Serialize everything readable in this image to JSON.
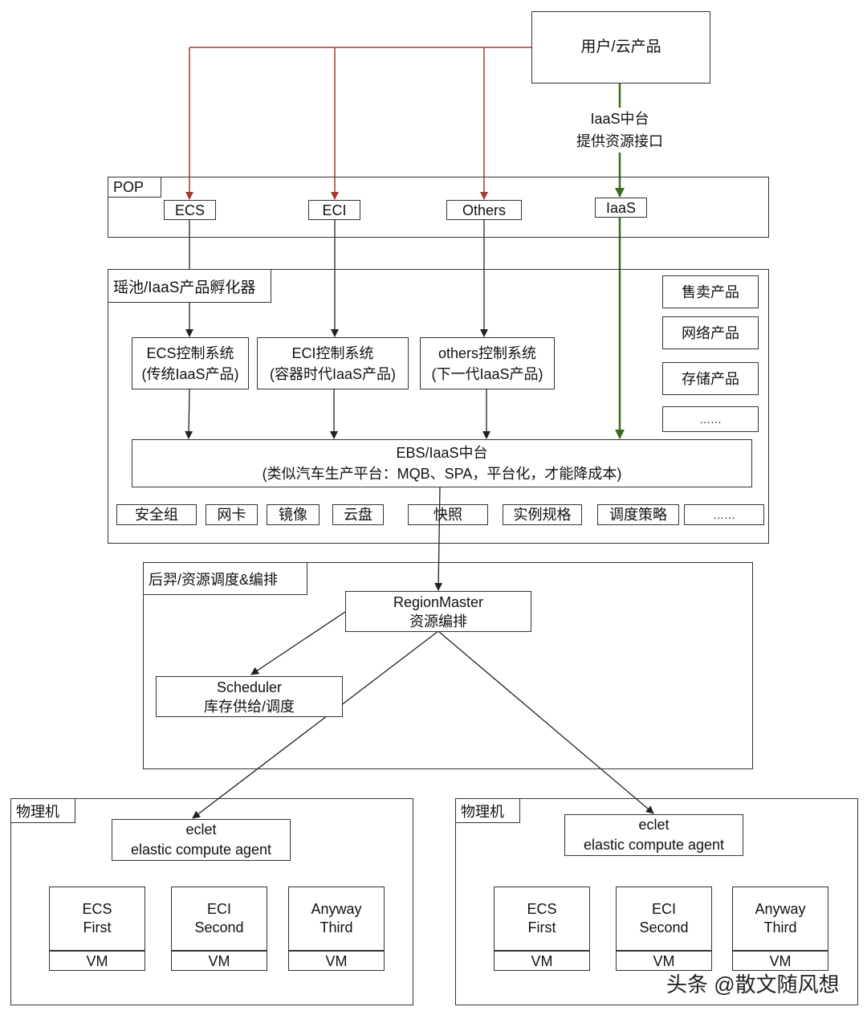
{
  "user": "用户/云产品",
  "iaas_label": [
    "IaaS中台",
    "提供资源接口"
  ],
  "pop": {
    "tag": "POP",
    "items": [
      "ECS",
      "ECI",
      "Others",
      "IaaS"
    ]
  },
  "yaochi": {
    "tag": "瑶池/IaaS产品孵化器",
    "controls": [
      [
        "ECS控制系统",
        "(传统IaaS产品)"
      ],
      [
        "ECI控制系统",
        "(容器时代IaaS产品)"
      ],
      [
        "others控制系统",
        "(下一代IaaS产品)"
      ]
    ],
    "side": [
      "售卖产品",
      "网络产品",
      "存储产品",
      "……"
    ],
    "ebs": [
      "EBS/IaaS中台",
      "(类似汽车生产平台：MQB、SPA，平台化，才能降成本)"
    ],
    "components": [
      "安全组",
      "网卡",
      "镜像",
      "云盘",
      "快照",
      "实例规格",
      "调度策略",
      "……"
    ]
  },
  "houyi": {
    "tag": "后羿/资源调度&编排",
    "regionmaster": [
      "RegionMaster",
      "资源编排"
    ],
    "scheduler": [
      "Scheduler",
      "库存供给/调度"
    ]
  },
  "hosts": [
    {
      "tag": "物理机",
      "agent": [
        "eclet",
        "elastic compute agent"
      ],
      "vms": [
        [
          "ECS",
          "First",
          "VM"
        ],
        [
          "ECI",
          "Second",
          "VM"
        ],
        [
          "Anyway",
          "Third",
          "VM"
        ]
      ]
    },
    {
      "tag": "物理机",
      "agent": [
        "eclet",
        "elastic compute agent"
      ],
      "vms": [
        [
          "ECS",
          "First",
          "VM"
        ],
        [
          "ECI",
          "Second",
          "VM"
        ],
        [
          "Anyway",
          "Third",
          "VM"
        ]
      ]
    }
  ],
  "watermark": "头条 @散文随风想",
  "colors": {
    "red": "#a33a36",
    "green": "#3d6b21",
    "line": "#222222"
  }
}
